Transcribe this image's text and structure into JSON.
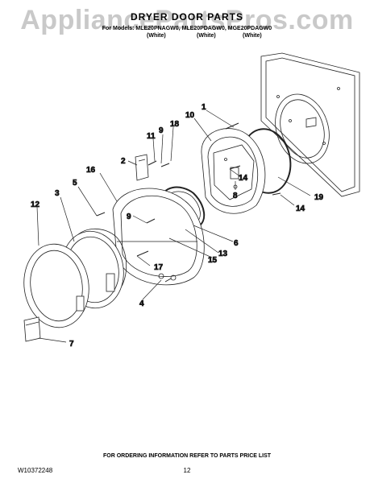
{
  "watermark": "AppliancePartsPros.com",
  "header": {
    "title": "DRYER DOOR PARTS",
    "models": "For Models: MLE20PNAGW0, MLE20PDAGW0, MGE20PDAGW0",
    "colors": [
      "(White)",
      "(White)",
      "(White)"
    ]
  },
  "callouts": [
    "1",
    "2",
    "3",
    "4",
    "5",
    "6",
    "7",
    "8",
    "9",
    "9",
    "10",
    "11",
    "12",
    "13",
    "14",
    "14",
    "15",
    "16",
    "17",
    "18",
    "19"
  ],
  "footer": {
    "ordering": "FOR ORDERING INFORMATION REFER TO PARTS PRICE LIST",
    "doc_id": "W10372248",
    "page": "12"
  }
}
